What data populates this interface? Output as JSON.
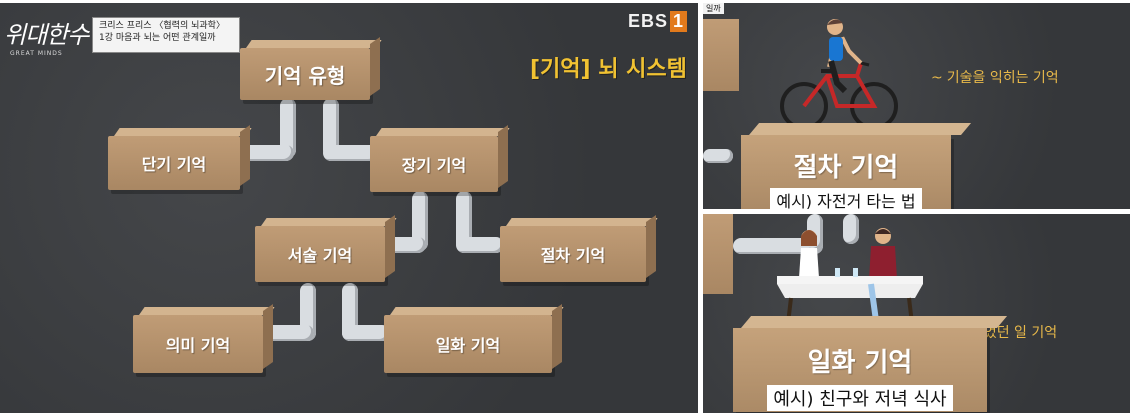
{
  "left_panel": {
    "show": {
      "title_logo": "위대한수업",
      "title_sub": "GREAT MINDS"
    },
    "caption": {
      "line1": "크리스 프리스 〈협력의 뇌과학〉",
      "line2": "1강 마음과 뇌는 어떤 관계일까"
    },
    "channel": {
      "name": "EBS",
      "number": "1"
    },
    "section_title": "[기억] 뇌 시스템",
    "boxes": {
      "memory_types": "기억 유형",
      "short_term": "단기 기억",
      "long_term": "장기 기억",
      "declarative": "서술 기억",
      "procedural": "절차 기억",
      "semantic": "의미 기억",
      "episodic": "일화 기억"
    }
  },
  "top_right_panel": {
    "tag": "일까",
    "caption": "기술을 익히는 기억",
    "title": "절차 기억",
    "example": "예시) 자전거 타는 법"
  },
  "bottom_right_panel": {
    "caption": "최근 있었던 일 기억",
    "title": "일화 기억",
    "example": "예시) 친구와 저녁 식사"
  },
  "colors": {
    "background": "#3c3e41",
    "box": "#b08e69",
    "tube": "#d9dde1",
    "accent_yellow": "#f1c232",
    "caption_yellow": "#e8b94a"
  }
}
